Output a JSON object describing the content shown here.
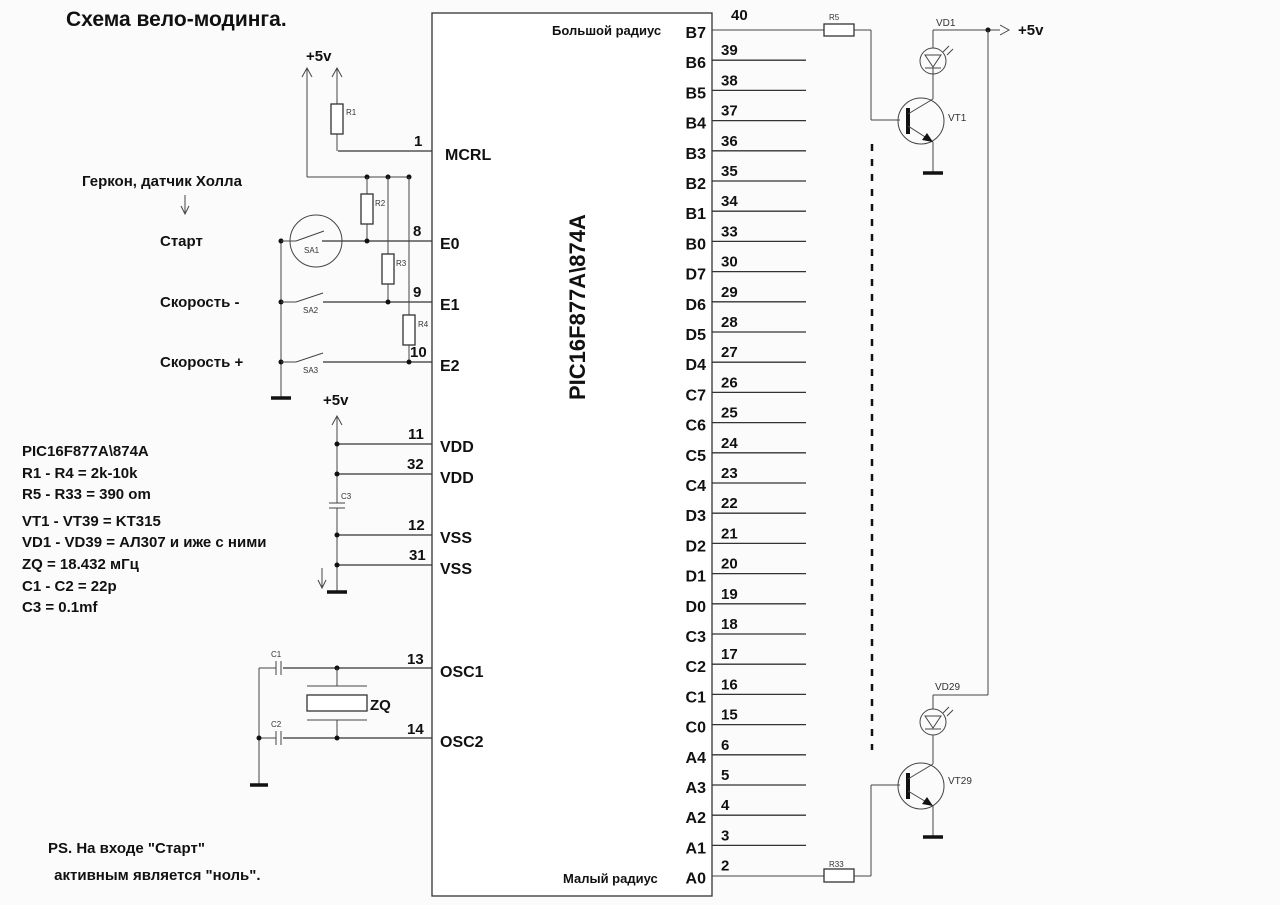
{
  "title": "Схема вело-модинга.",
  "chip": {
    "name": "PIC16F877A\\874A",
    "left_pins": [
      {
        "num": "1",
        "label": "MCRL"
      },
      {
        "num": "8",
        "label": "E0"
      },
      {
        "num": "9",
        "label": "E1"
      },
      {
        "num": "10",
        "label": "E2"
      },
      {
        "num": "11",
        "label": "VDD"
      },
      {
        "num": "32",
        "label": "VDD"
      },
      {
        "num": "12",
        "label": "VSS"
      },
      {
        "num": "31",
        "label": "VSS"
      },
      {
        "num": "13",
        "label": "OSC1"
      },
      {
        "num": "14",
        "label": "OSC2"
      }
    ],
    "right_pins": [
      {
        "num": "40",
        "label": "B7"
      },
      {
        "num": "39",
        "label": "B6"
      },
      {
        "num": "38",
        "label": "B5"
      },
      {
        "num": "37",
        "label": "B4"
      },
      {
        "num": "36",
        "label": "B3"
      },
      {
        "num": "35",
        "label": "B2"
      },
      {
        "num": "34",
        "label": "B1"
      },
      {
        "num": "33",
        "label": "B0"
      },
      {
        "num": "30",
        "label": "D7"
      },
      {
        "num": "29",
        "label": "D6"
      },
      {
        "num": "28",
        "label": "D5"
      },
      {
        "num": "27",
        "label": "D4"
      },
      {
        "num": "26",
        "label": "C7"
      },
      {
        "num": "25",
        "label": "C6"
      },
      {
        "num": "24",
        "label": "C5"
      },
      {
        "num": "23",
        "label": "C4"
      },
      {
        "num": "22",
        "label": "D3"
      },
      {
        "num": "21",
        "label": "D2"
      },
      {
        "num": "20",
        "label": "D1"
      },
      {
        "num": "19",
        "label": "D0"
      },
      {
        "num": "18",
        "label": "C3"
      },
      {
        "num": "17",
        "label": "C2"
      },
      {
        "num": "16",
        "label": "C1"
      },
      {
        "num": "15",
        "label": "C0"
      },
      {
        "num": "6",
        "label": "A4"
      },
      {
        "num": "5",
        "label": "A3"
      },
      {
        "num": "4",
        "label": "A2"
      },
      {
        "num": "3",
        "label": "A1"
      },
      {
        "num": "2",
        "label": "A0"
      }
    ],
    "big_radius_label": "Большой радиус",
    "small_radius_label": "Малый радиус"
  },
  "power_labels": {
    "top": "+5v",
    "vdd": "+5v",
    "right": "+5v"
  },
  "inputs": {
    "sensor_label": "Геркон, датчик Холла",
    "start_label": "Старт",
    "speed_minus_label": "Скорость -",
    "speed_plus_label": "Скорость +"
  },
  "components": {
    "R1": "R1",
    "R2": "R2",
    "R3": "R3",
    "R4": "R4",
    "R5": "R5",
    "R33": "R33",
    "SA1": "SA1",
    "SA2": "SA2",
    "SA3": "SA3",
    "C1": "C1",
    "C2": "C2",
    "C3": "C3",
    "ZQ": "ZQ",
    "VD1": "VD1",
    "VT1": "VT1",
    "VD29": "VD29",
    "VT29": "VT29"
  },
  "specs": [
    "PIC16F877A\\874A",
    "R1 - R4 = 2k-10k",
    "R5 - R33 = 390 om",
    "VT1 - VT39 = KT315",
    "VD1 - VD39 = АЛ307 и иже с ними",
    "ZQ = 18.432 мГц",
    "C1 - C2 = 22p",
    "C3 = 0.1mf"
  ],
  "note": [
    "PS. На входе \"Старт\"",
    " активным является \"ноль\"."
  ]
}
